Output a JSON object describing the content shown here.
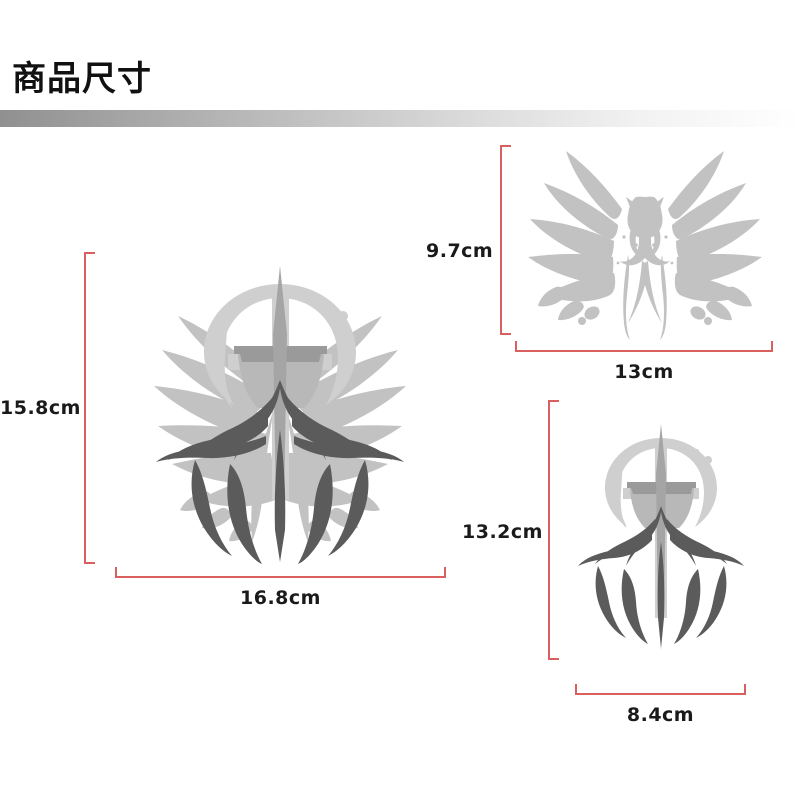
{
  "header": {
    "title": "商品尺寸"
  },
  "colors": {
    "dimension_line": "#d9605e",
    "label_text": "#1a1a1a",
    "wing_gray": "#c2c2c2",
    "emblem_dark": "#5b5b5b",
    "emblem_mid": "#9a9a9a",
    "emblem_light": "#cfcfcf",
    "background": "#ffffff"
  },
  "items": [
    {
      "id": "full-emblem",
      "name": "winged-cross-emblem",
      "height_label": "15.8cm",
      "width_label": "16.8cm"
    },
    {
      "id": "wing-pair",
      "name": "wing-pair-decal",
      "height_label": "9.7cm",
      "width_label": "13cm"
    },
    {
      "id": "center-emblem",
      "name": "center-cross-emblem",
      "height_label": "13.2cm",
      "width_label": "8.4cm"
    }
  ]
}
